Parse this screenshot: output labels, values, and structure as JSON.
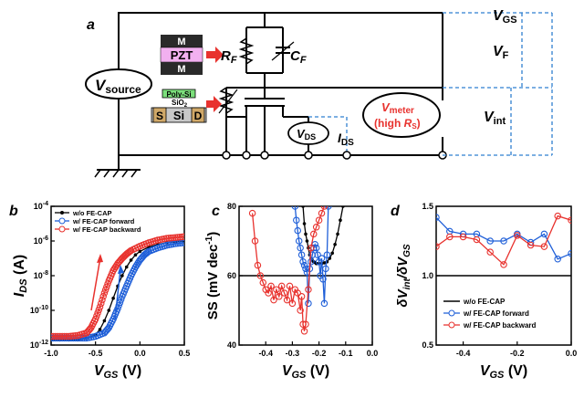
{
  "panel_a": {
    "letter": "a",
    "vsource_main": "V",
    "vsource_sub": "source",
    "pzt_top": "M",
    "pzt_mid": "PZT",
    "pzt_bot": "M",
    "rf_main": "R",
    "rf_sub": "F",
    "cf_main": "C",
    "cf_sub": "F",
    "polysi": "Poly-Si",
    "sio2": "SiO",
    "sio2_sub": "2",
    "s": "S",
    "si": "Si",
    "d": "D",
    "vds_main": "V",
    "vds_sub": "DS",
    "ids_main": "I",
    "ids_sub": "DS",
    "vmeter_main": "V",
    "vmeter_sub": "meter",
    "vmeter_note_pre": "(high ",
    "vmeter_note_r": "R",
    "vmeter_note_sub": "S",
    "vmeter_note_post": ")",
    "vgs_main": "V",
    "vgs_sub": "GS",
    "vf_main": "V",
    "vf_sub": "F",
    "vint_main": "V",
    "vint_sub": "int"
  },
  "colors": {
    "black": "#000000",
    "blue": "#1f5fd8",
    "red": "#e8322e",
    "dash": "#2f7fd0",
    "pzt_pink": "#f2b0f0",
    "metal": "#2a2a2a",
    "poly": "#7ce07c",
    "si_fill": "#d0a868",
    "si_gray": "#c8c8c8"
  },
  "chart_data": [
    {
      "panel": "b",
      "type": "line",
      "x_tick_labels": [
        "-1.0",
        "-0.5",
        "0.0",
        "0.5"
      ],
      "y_tick_labels": [
        {
          "base": "10",
          "exp": "-12"
        },
        {
          "base": "10",
          "exp": "-10"
        },
        {
          "base": "10",
          "exp": "-8"
        },
        {
          "base": "10",
          "exp": "-6"
        },
        {
          "base": "10",
          "exp": "-4"
        }
      ],
      "xlabel_main": "V",
      "xlabel_sub": "GS",
      "xlabel_unit": " (V)",
      "ylabel_main": "I",
      "ylabel_sub": "DS",
      "ylabel_unit": " (A)",
      "xlim": [
        -1.0,
        0.5
      ],
      "ylim_log10": [
        -12,
        -4
      ],
      "legend": [
        "w/o FE-CAP",
        "w/ FE-CAP forward",
        "w/ FE-CAP backward"
      ],
      "legend_position": "top-left",
      "series": [
        {
          "name": "w/o FE-CAP",
          "marker": "filled-circle",
          "x": [
            -1.0,
            -0.9,
            -0.8,
            -0.7,
            -0.6,
            -0.5,
            -0.45,
            -0.4,
            -0.35,
            -0.3,
            -0.25,
            -0.2,
            -0.15,
            -0.1,
            -0.05,
            0.0,
            0.1,
            0.2,
            0.3,
            0.4,
            0.5
          ],
          "log10_y": [
            -11.7,
            -11.7,
            -11.7,
            -11.7,
            -11.6,
            -11.4,
            -11.1,
            -10.6,
            -10.0,
            -9.3,
            -8.6,
            -8.0,
            -7.5,
            -7.1,
            -6.8,
            -6.6,
            -6.35,
            -6.2,
            -6.1,
            -6.05,
            -6.0
          ]
        },
        {
          "name": "w/ FE-CAP forward",
          "marker": "open-circle",
          "x": [
            -1.0,
            -0.9,
            -0.8,
            -0.7,
            -0.6,
            -0.5,
            -0.4,
            -0.35,
            -0.3,
            -0.25,
            -0.2,
            -0.15,
            -0.1,
            -0.05,
            0.0,
            0.05,
            0.1,
            0.2,
            0.3,
            0.4,
            0.5
          ],
          "log10_y": [
            -11.6,
            -11.6,
            -11.6,
            -11.6,
            -11.6,
            -11.5,
            -11.3,
            -11.0,
            -10.5,
            -9.9,
            -9.2,
            -8.6,
            -8.0,
            -7.5,
            -7.1,
            -6.8,
            -6.6,
            -6.4,
            -6.25,
            -6.15,
            -6.1
          ]
        },
        {
          "name": "w/ FE-CAP backward",
          "marker": "open-circle",
          "x": [
            -1.0,
            -0.9,
            -0.8,
            -0.7,
            -0.6,
            -0.55,
            -0.5,
            -0.45,
            -0.4,
            -0.35,
            -0.3,
            -0.25,
            -0.2,
            -0.15,
            -0.1,
            0.0,
            0.1,
            0.2,
            0.3,
            0.4,
            0.5
          ],
          "log10_y": [
            -11.5,
            -11.5,
            -11.5,
            -11.45,
            -11.3,
            -11.0,
            -10.5,
            -9.8,
            -9.0,
            -8.3,
            -7.7,
            -7.3,
            -7.0,
            -6.75,
            -6.55,
            -6.3,
            -6.1,
            -5.95,
            -5.85,
            -5.8,
            -5.75
          ]
        }
      ]
    },
    {
      "panel": "c",
      "type": "line",
      "x_tick_labels": [
        "-0.4",
        "-0.3",
        "-0.2",
        "-0.1",
        "0.0"
      ],
      "y_tick_labels": [
        "40",
        "60",
        "80"
      ],
      "xlabel_main": "V",
      "xlabel_sub": "GS",
      "xlabel_unit": " (V)",
      "ylabel_main": "SS (mV dec",
      "ylabel_sup": "-1",
      "ylabel_unit": ")",
      "xlim": [
        -0.5,
        0.0
      ],
      "ylim": [
        40,
        80
      ],
      "reference_line_y": 60,
      "series": [
        {
          "name": "w/o FE-CAP",
          "marker": "filled-circle",
          "x": [
            -0.26,
            -0.255,
            -0.25,
            -0.245,
            -0.24,
            -0.235,
            -0.23,
            -0.225,
            -0.22,
            -0.215,
            -0.21,
            -0.2,
            -0.19,
            -0.18,
            -0.17,
            -0.16,
            -0.15,
            -0.14,
            -0.13,
            -0.12,
            -0.11
          ],
          "y": [
            80,
            75,
            72,
            70,
            68,
            66,
            65,
            64.5,
            64,
            63.8,
            63.5,
            63.5,
            63.5,
            63.7,
            64,
            65,
            66.5,
            69,
            72,
            76,
            80
          ]
        },
        {
          "name": "w/ FE-CAP forward",
          "marker": "open-circle",
          "x": [
            -0.29,
            -0.285,
            -0.28,
            -0.275,
            -0.27,
            -0.265,
            -0.26,
            -0.255,
            -0.25,
            -0.245,
            -0.24,
            -0.235,
            -0.23,
            -0.225,
            -0.22,
            -0.215,
            -0.21,
            -0.205,
            -0.2,
            -0.195,
            -0.19,
            -0.185,
            -0.18,
            -0.175,
            -0.17,
            -0.165
          ],
          "y": [
            80,
            76,
            73,
            70,
            68,
            66,
            64,
            63,
            62,
            61,
            52,
            62,
            64,
            66,
            68,
            69,
            68,
            66,
            64,
            60,
            65,
            59,
            52,
            62,
            66,
            80
          ]
        },
        {
          "name": "w/ FE-CAP backward",
          "marker": "open-circle",
          "x": [
            -0.45,
            -0.44,
            -0.43,
            -0.42,
            -0.41,
            -0.4,
            -0.39,
            -0.38,
            -0.37,
            -0.36,
            -0.35,
            -0.34,
            -0.33,
            -0.32,
            -0.31,
            -0.3,
            -0.29,
            -0.28,
            -0.27,
            -0.265,
            -0.26,
            -0.255,
            -0.25,
            -0.24,
            -0.23,
            -0.22,
            -0.21,
            -0.2,
            -0.19,
            -0.18
          ],
          "y": [
            78,
            70,
            63,
            60,
            58,
            56,
            55,
            57,
            53,
            56,
            54,
            57,
            55,
            53,
            57,
            52,
            56,
            55,
            50,
            54,
            46,
            44,
            46,
            56,
            68,
            72,
            74,
            76,
            78,
            80
          ]
        }
      ]
    },
    {
      "panel": "d",
      "type": "line",
      "x_tick_labels": [
        "-0.4",
        "-0.2",
        "0.0"
      ],
      "y_tick_labels": [
        "0.5",
        "1.0",
        "1.5"
      ],
      "xlabel_main": "V",
      "xlabel_sub": "GS",
      "xlabel_unit": " (V)",
      "ylabel_delta1": "δV",
      "ylabel_sub1": "int",
      "ylabel_slash": "/δV",
      "ylabel_sub2": "GS",
      "xlim": [
        -0.5,
        0.0
      ],
      "ylim": [
        0.5,
        1.5
      ],
      "reference_line_y": 1.0,
      "legend": [
        "w/o FE-CAP",
        "w/ FE-CAP forward",
        "w/ FE-CAP backward"
      ],
      "legend_position": "bottom-left",
      "series": [
        {
          "name": "w/o FE-CAP",
          "marker": "none",
          "x": [],
          "y": []
        },
        {
          "name": "w/ FE-CAP forward",
          "marker": "open-circle",
          "x": [
            -0.5,
            -0.45,
            -0.4,
            -0.35,
            -0.3,
            -0.25,
            -0.2,
            -0.15,
            -0.1,
            -0.05,
            0.0
          ],
          "y": [
            1.42,
            1.32,
            1.3,
            1.3,
            1.25,
            1.25,
            1.3,
            1.24,
            1.3,
            1.12,
            1.16
          ]
        },
        {
          "name": "w/ FE-CAP backward",
          "marker": "open-circle",
          "x": [
            -0.5,
            -0.45,
            -0.4,
            -0.35,
            -0.3,
            -0.25,
            -0.2,
            -0.15,
            -0.1,
            -0.05,
            0.0
          ],
          "y": [
            1.21,
            1.28,
            1.28,
            1.26,
            1.17,
            1.08,
            1.29,
            1.22,
            1.21,
            1.43,
            1.4
          ]
        }
      ]
    }
  ]
}
